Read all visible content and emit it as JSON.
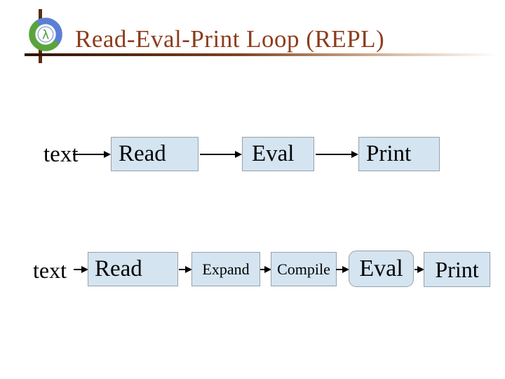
{
  "slide": {
    "title": "Read-Eval-Print Loop (REPL)"
  },
  "logo": {
    "name": "clojure-logo"
  },
  "colors": {
    "title_text": "#8d3c1c",
    "rule_dark_brown": "#2e1403",
    "box_fill": "#d4e4f1",
    "box_border": "#97a1a9",
    "arrow": "#000000",
    "logo_blue": "#5b7fd6",
    "logo_green": "#5aa43c"
  },
  "diagram": {
    "row1": {
      "input_label": "text",
      "nodes": [
        {
          "label": "Read"
        },
        {
          "label": "Eval"
        },
        {
          "label": "Print"
        }
      ]
    },
    "row2": {
      "input_label": "text",
      "nodes": [
        {
          "label": "Read"
        },
        {
          "label": "Expand"
        },
        {
          "label": "Compile"
        },
        {
          "label": "Eval"
        },
        {
          "label": "Print"
        }
      ]
    }
  }
}
